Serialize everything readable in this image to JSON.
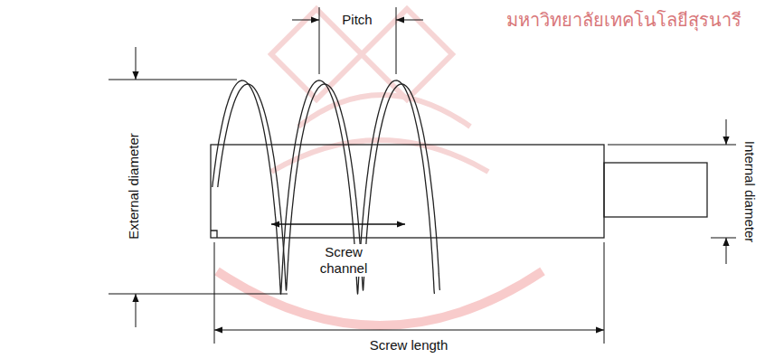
{
  "diagram": {
    "labels": [
      "Pitch",
      "External diameter",
      "Internal diameter",
      "Screw channel",
      "Screw length",
      "มหาวิทยาลัยเทคโนโลยีสุรนารี"
    ]
  }
}
